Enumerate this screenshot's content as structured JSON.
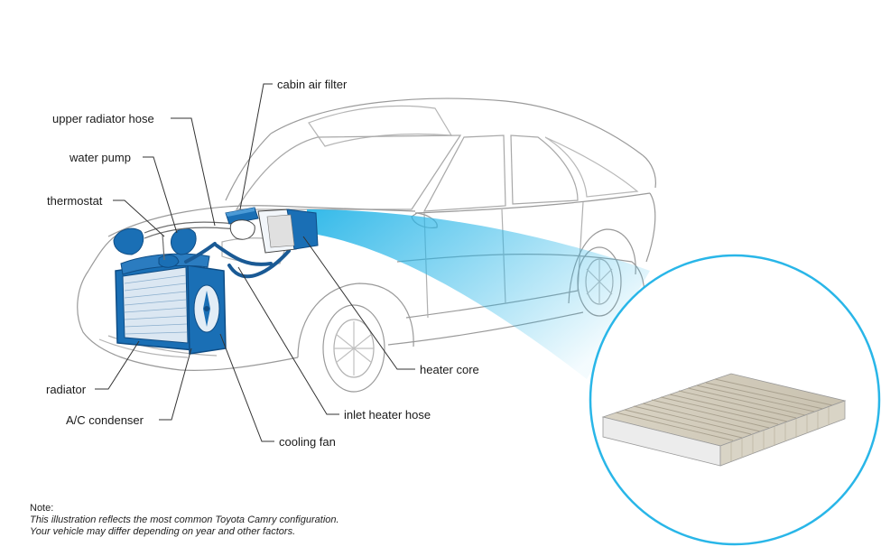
{
  "labels": {
    "cabin_air_filter": "cabin air filter",
    "upper_radiator_hose": "upper radiator hose",
    "water_pump": "water pump",
    "thermostat": "thermostat",
    "radiator": "radiator",
    "ac_condenser": "A/C condenser",
    "heater_core": "heater core",
    "inlet_heater_hose": "inlet heater hose",
    "cooling_fan": "cooling fan"
  },
  "note": {
    "title": "Note:",
    "line1": "This illustration reflects the most common Toyota Camry configuration.",
    "line2": "Your vehicle may differ depending on year and other factors."
  },
  "colors": {
    "component_blue": "#1a6fb5",
    "callout_cyan": "#29b6e8",
    "car_outline": "#9a9a9a"
  }
}
